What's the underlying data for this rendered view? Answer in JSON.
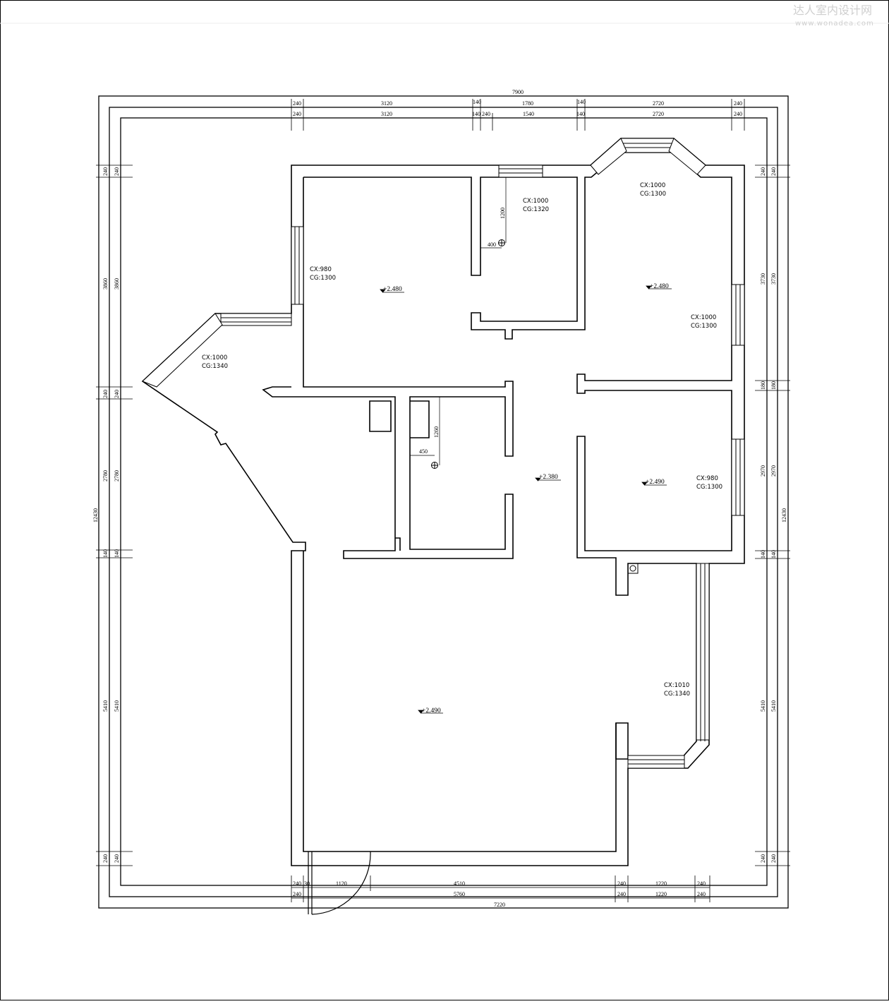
{
  "watermark": {
    "title": "达人室内设计网",
    "url": "www.wonadea.com"
  },
  "dimensions": {
    "top_overall": "7900",
    "top_row1": [
      "240",
      "3120",
      "140",
      "1780",
      "140",
      "2720",
      "240"
    ],
    "top_row2": [
      "240",
      "3120",
      "140",
      "240",
      "1540",
      "140",
      "2720",
      "240"
    ],
    "left_outer": [
      "240",
      "3860",
      "240",
      "2780",
      "140",
      "5410",
      "240"
    ],
    "left_inner": [
      "240",
      "3860",
      "240",
      "2780",
      "140",
      "5410",
      "240"
    ],
    "left_total": "12430",
    "right_inner": [
      "240",
      "3730",
      "180",
      "2970",
      "140",
      "5410",
      "240"
    ],
    "right_outer": [
      "240",
      "3730",
      "180",
      "2970",
      "140",
      "5410",
      "240"
    ],
    "right_total": "12430",
    "bottom_row1": [
      "240",
      "30",
      "1120",
      "4510",
      "240",
      "1220",
      "240"
    ],
    "bottom_row2": [
      "240",
      "5760",
      "240",
      "1220",
      "240"
    ],
    "bottom_overall": "7220",
    "inner": {
      "d1200": "1200",
      "d400": "400",
      "d1260": "1260",
      "d450": "450"
    }
  },
  "windows": [
    {
      "cx": "CX:980",
      "cg": "CG:1300"
    },
    {
      "cx": "CX:1000",
      "cg": "CG:1320"
    },
    {
      "cx": "CX:1000",
      "cg": "CG:1300"
    },
    {
      "cx": "CX:1000",
      "cg": "CG:1300"
    },
    {
      "cx": "CX:1000",
      "cg": "CG:1340"
    },
    {
      "cx": "CX:980",
      "cg": "CG:1300"
    },
    {
      "cx": "CX:1010",
      "cg": "CG:1340"
    }
  ],
  "levels": [
    "+2.480",
    "+2.480",
    "+2.380",
    "+2.490",
    "+2.490"
  ]
}
